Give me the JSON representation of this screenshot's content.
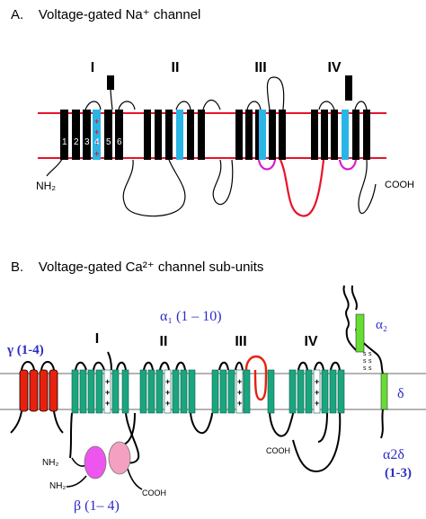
{
  "panel_a": {
    "heading": "A.    Voltage-gated Na⁺ channel",
    "domains": [
      "I",
      "II",
      "III",
      "IV"
    ],
    "segments": [
      "1",
      "2",
      "3",
      "4",
      "5",
      "6"
    ],
    "n_term": "NH₂",
    "c_term": "COOH",
    "colors": {
      "membrane": "#e8132b",
      "helix": "#000000",
      "s4": "#29b6e6",
      "pore_loop": "#d81bd0",
      "inactivation_loop": "#e8132b"
    }
  },
  "panel_b": {
    "heading": "B.    Voltage-gated Ca²⁺ channel sub-units",
    "alpha1": "α₁ (1 – 10)",
    "domains": [
      "I",
      "II",
      "III",
      "IV"
    ],
    "gamma": "γ (1-4)",
    "beta": "β (1– 4)",
    "alpha2": "α₂",
    "delta": "δ",
    "alpha2delta_line1": "α2δ",
    "alpha2delta_line2": "(1-3)",
    "nh2_a": "NH₂",
    "nh2_b": "NH₂",
    "cooh_a": "COOH",
    "cooh_b": "COOH",
    "colors": {
      "membrane": "#888888",
      "gamma": "#e8200e",
      "helix": "#1aa57f",
      "beta_left": "#ee55ee",
      "beta_right": "#f4a0c0",
      "alpha2": "#66dd33",
      "label_blue": "#2c2cc8",
      "loop_red": "#e8200e"
    }
  }
}
